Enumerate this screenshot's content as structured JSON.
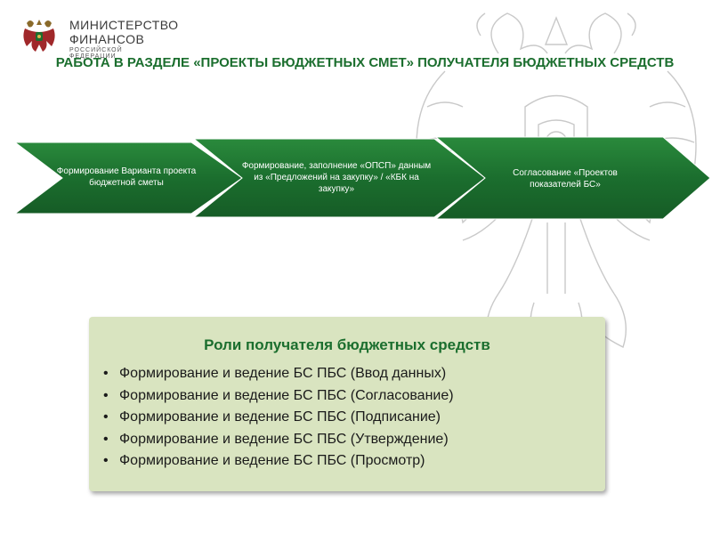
{
  "header": {
    "logo_line1": "МИНИСТЕРСТВО",
    "logo_line2": "ФИНАНСОВ",
    "logo_line3": "РОССИЙСКОЙ ФЕДЕРАЦИИ",
    "title": "РАБОТА В РАЗДЕЛЕ «ПРОЕКТЫ БЮДЖЕТНЫХ СМЕТ» ПОЛУЧАТЕЛЯ БЮДЖЕТНЫХ СРЕДСТВ"
  },
  "process": {
    "steps": [
      {
        "label": "Формирование Варианта проекта бюджетной сметы"
      },
      {
        "label": "Формирование, заполнение «ОПСП» данным из «Предложений на закупку» / «КБК на закупку»"
      },
      {
        "label": "Согласование «Проектов показателей БС»"
      }
    ],
    "colors": {
      "fill": "#1b6e2e",
      "edge": "#2f8a3c"
    }
  },
  "roles": {
    "title": "Роли получателя бюджетных средств",
    "items": [
      "Формирование и ведение БС ПБС (Ввод данных)",
      "Формирование и ведение БС ПБС (Согласование)",
      "Формирование и ведение БС ПБС (Подписание)",
      "Формирование и ведение БС ПБС (Утверждение)",
      "Формирование и ведение БС ПБС (Просмотр)"
    ],
    "box_color": "#d9e4c0"
  }
}
